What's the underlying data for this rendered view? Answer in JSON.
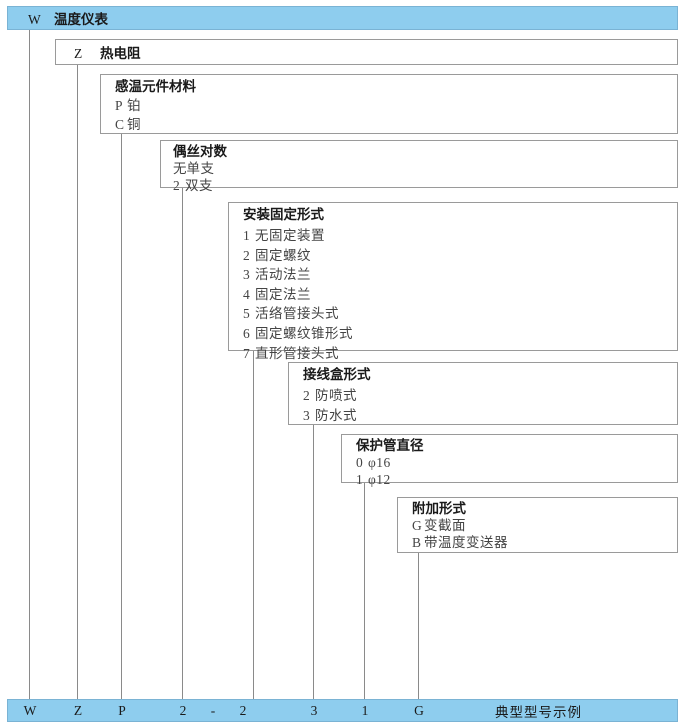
{
  "diagram": {
    "title": "温度仪表型号编制示例图",
    "accent_color": "#8ecdee",
    "border_color": "#9a9a9a",
    "header": {
      "code": "W",
      "label": "温度仪表"
    },
    "sections": [
      {
        "name": "thermal-resistance",
        "code": "Z",
        "label": "热电阻"
      },
      {
        "name": "sensing-element-material",
        "title": "感温元件材料",
        "options": [
          {
            "code": "P",
            "desc": "铂"
          },
          {
            "code": "C",
            "desc": "铜"
          }
        ]
      },
      {
        "name": "wire-pair-count",
        "title": "偶丝对数",
        "options": [
          {
            "code": "无",
            "desc": "单支"
          },
          {
            "code": "2",
            "desc": "双支"
          }
        ]
      },
      {
        "name": "mounting-fixing-type",
        "title": "安装固定形式",
        "options": [
          {
            "code": "1",
            "desc": "无固定装置"
          },
          {
            "code": "2",
            "desc": "固定螺纹"
          },
          {
            "code": "3",
            "desc": "活动法兰"
          },
          {
            "code": "4",
            "desc": "固定法兰"
          },
          {
            "code": "5",
            "desc": "活络管接头式"
          },
          {
            "code": "6",
            "desc": "固定螺纹锥形式"
          },
          {
            "code": "7",
            "desc": "直形管接头式"
          }
        ]
      },
      {
        "name": "junction-box-type",
        "title": "接线盒形式",
        "options": [
          {
            "code": "2",
            "desc": "防喷式"
          },
          {
            "code": "3",
            "desc": "防水式"
          }
        ]
      },
      {
        "name": "protection-tube-diameter",
        "title": "保护管直径",
        "options": [
          {
            "code": "0",
            "desc": "φ16"
          },
          {
            "code": "1",
            "desc": "φ12"
          }
        ]
      },
      {
        "name": "additional-type",
        "title": "附加形式",
        "options": [
          {
            "code": "G",
            "desc": "变截面"
          },
          {
            "code": "B",
            "desc": "带温度变送器"
          }
        ]
      }
    ],
    "example": {
      "label": "典型型号示例",
      "characters": [
        "W",
        "Z",
        "P",
        "2",
        "-",
        "2",
        "3",
        "1",
        "G"
      ]
    }
  }
}
